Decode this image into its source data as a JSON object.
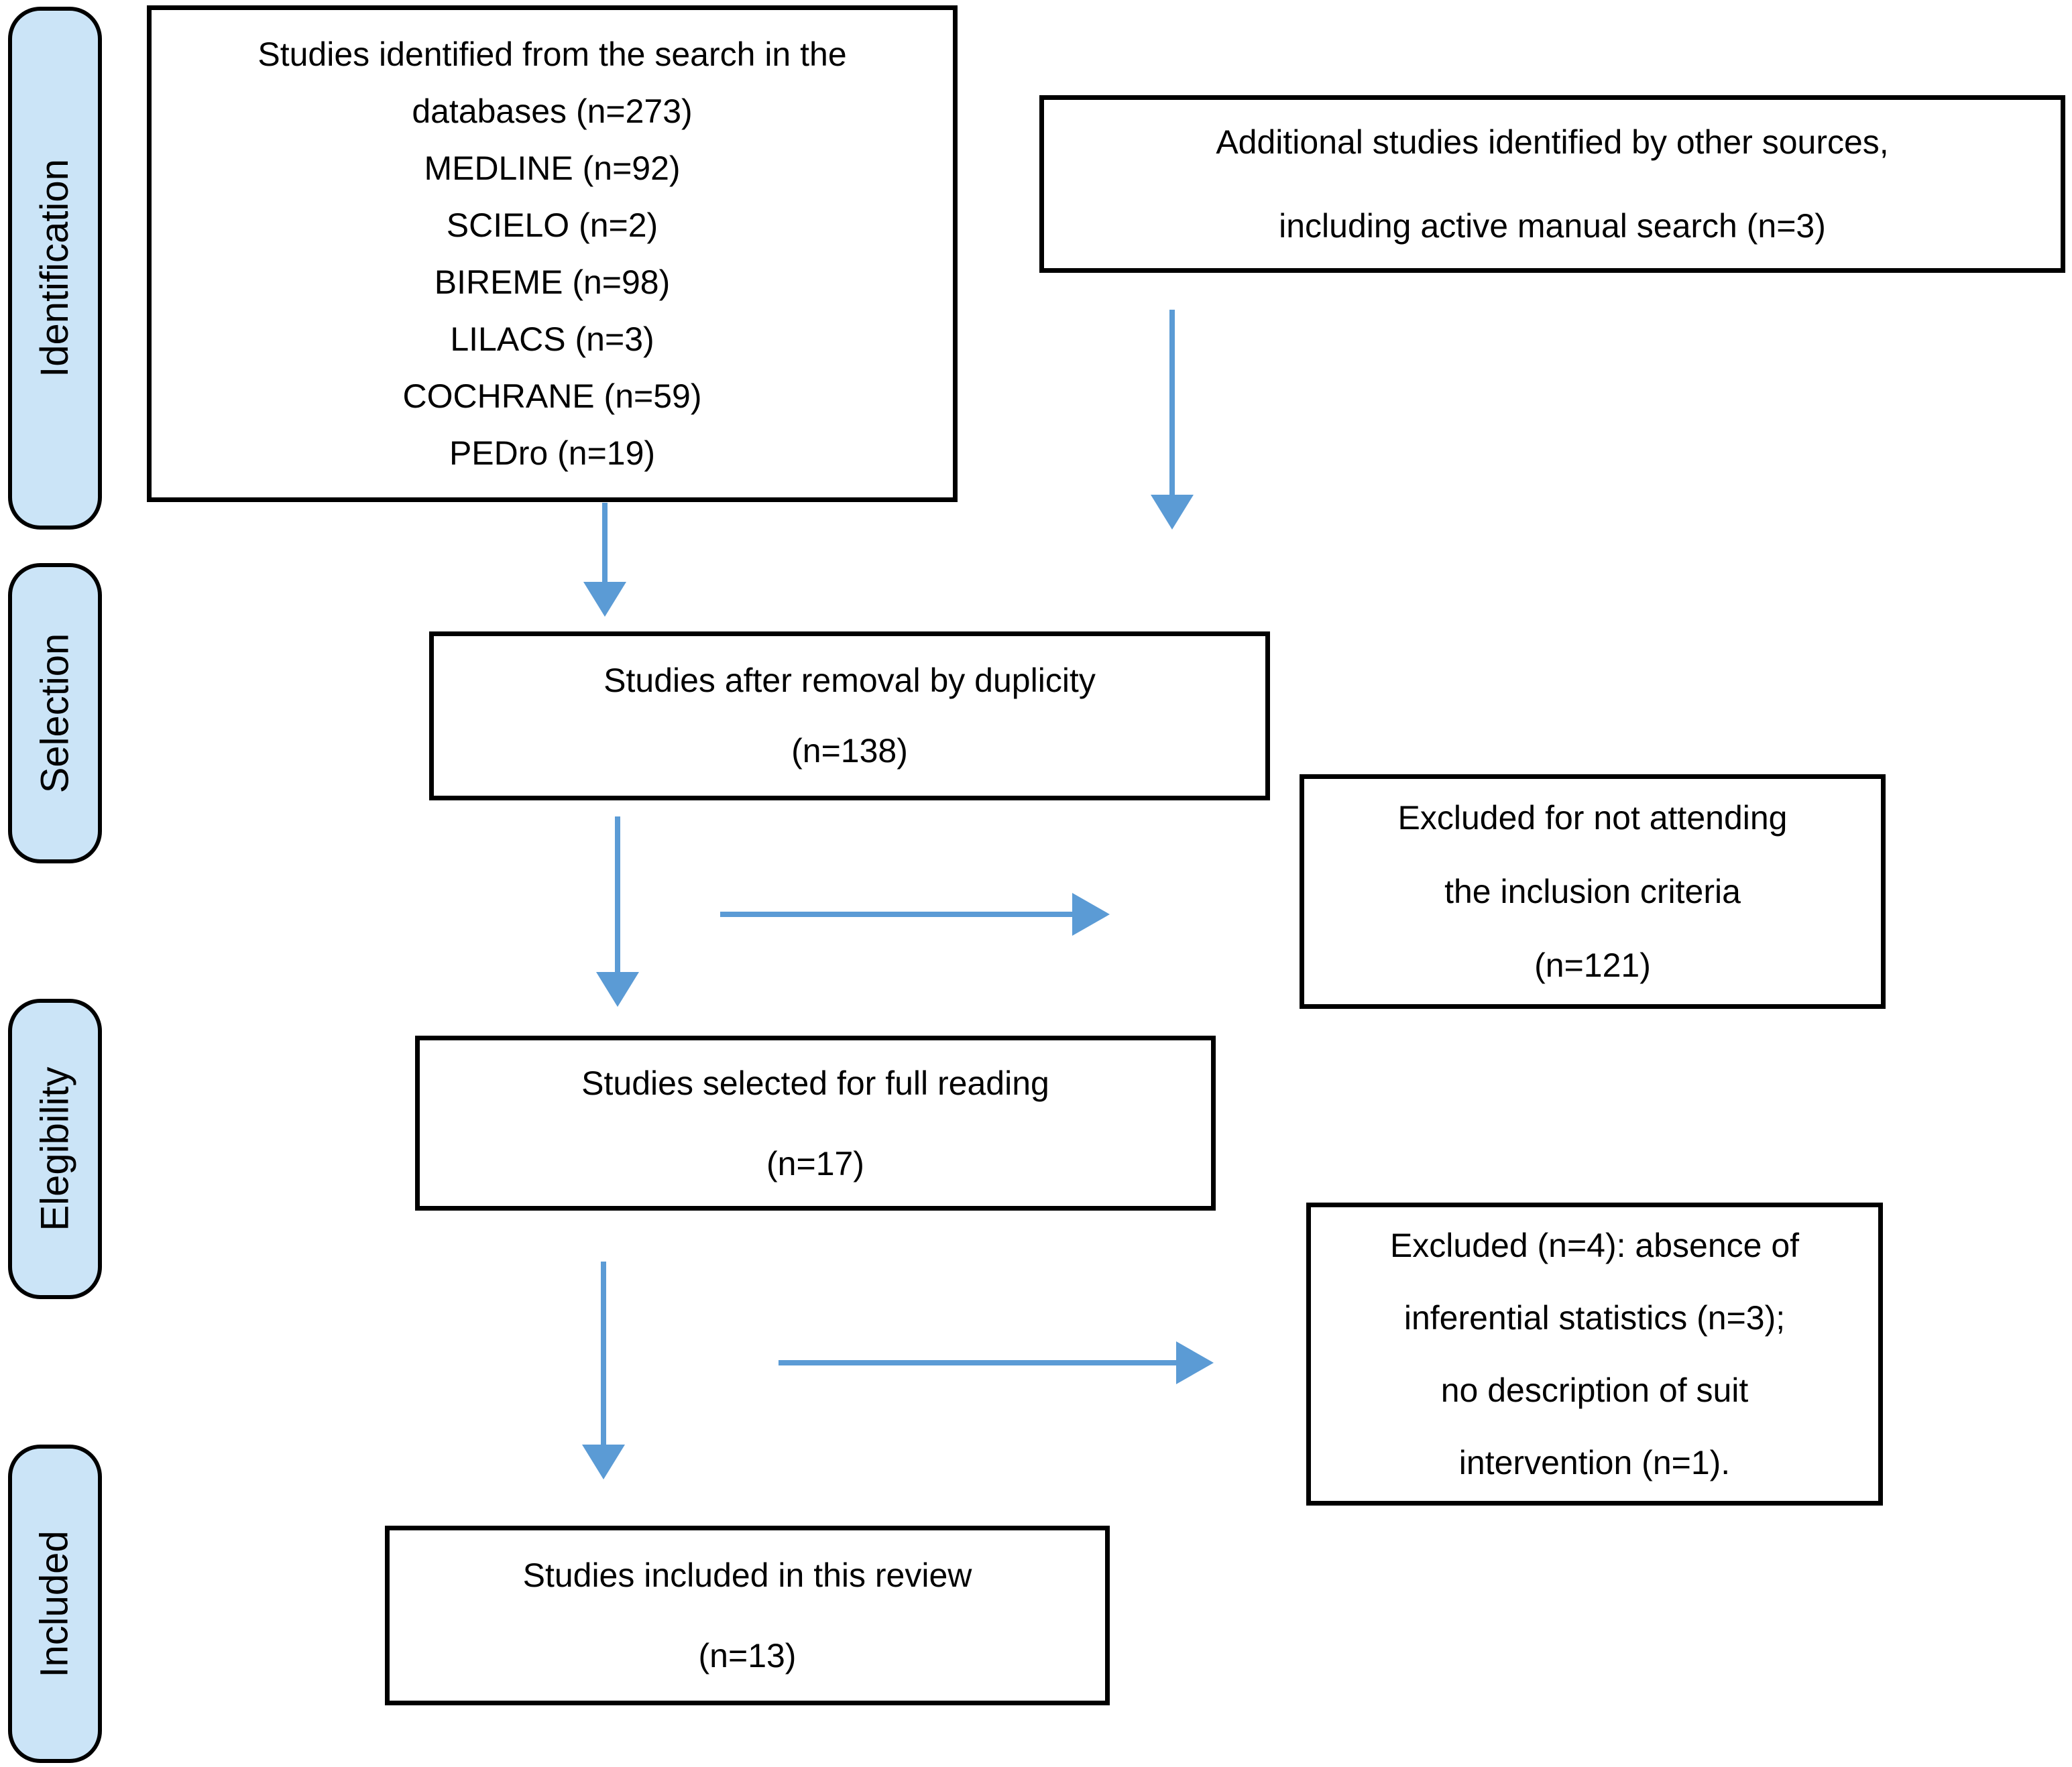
{
  "figure": {
    "type": "prisma-study-selection-flow-diagram"
  },
  "colors": {
    "arrow": "#5b9bd5",
    "stage_fill": "#cbe4f7",
    "box_border": "#000000",
    "text": "#000000",
    "background": "#ffffff"
  },
  "stages": {
    "identification": "Identification",
    "selection": "Selection",
    "elegibility": "Elegibility",
    "included": "Included"
  },
  "boxes": {
    "identified": {
      "lines": [
        "Studies identified from the search in the",
        "databases (n=273)",
        "MEDLINE (n=92)",
        "SCIELO (n=2)",
        "BIREME (n=98)",
        "LILACS (n=3)",
        "COCHRANE (n=59)",
        "PEDro (n=19)"
      ]
    },
    "additional": {
      "lines": [
        "Additional studies identified by other sources,",
        "including active manual search (n=3)"
      ]
    },
    "duplicity": {
      "lines": [
        "Studies after removal by duplicity",
        "(n=138)"
      ]
    },
    "excluded_inclusion": {
      "lines": [
        "Excluded for not attending",
        "the inclusion criteria",
        "(n=121)"
      ]
    },
    "full_reading": {
      "lines": [
        "Studies selected for full reading",
        "(n=17)"
      ]
    },
    "excluded_other": {
      "lines": [
        "Excluded (n=4): absence of",
        "inferential statistics (n=3);",
        "no description of suit",
        "intervention (n=1)."
      ]
    },
    "included_review": {
      "lines": [
        "Studies included in this review",
        "(n=13)"
      ]
    }
  },
  "counts": {
    "identified_total": 273,
    "medline": 92,
    "scielo": 2,
    "bireme": 98,
    "lilacs": 3,
    "cochrane": 59,
    "pedro": 19,
    "additional_sources": 3,
    "after_duplicate_removal": 138,
    "excluded_inclusion_criteria": 121,
    "selected_full_reading": 17,
    "excluded_full_reading": 4,
    "absence_inferential_statistics": 3,
    "no_suit_description": 1,
    "included_in_review": 13
  }
}
